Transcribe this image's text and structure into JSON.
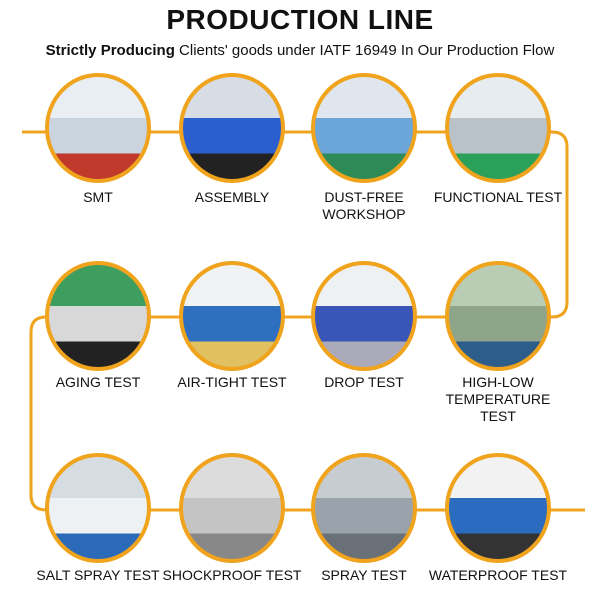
{
  "header": {
    "title": "PRODUCTION LINE",
    "subtitle_bold": "Strictly Producing",
    "subtitle_rest": " Clients' goods under IATF 16949 In Our Production Flow"
  },
  "colors": {
    "accent": "#f0a31c"
  },
  "steps": [
    {
      "label": "SMT",
      "scene": "smt-machines-photo"
    },
    {
      "label": "ASSEMBLY",
      "scene": "assembly-line-photo"
    },
    {
      "label": "DUST-FREE WORKSHOP",
      "scene": "cleanroom-workers-photo"
    },
    {
      "label": "FUNCTIONAL TEST",
      "scene": "functional-test-photo"
    },
    {
      "label": "HIGH-LOW TEMPERATURE TEST",
      "scene": "temperature-chamber-photo"
    },
    {
      "label": "DROP TEST",
      "scene": "drop-tester-photo"
    },
    {
      "label": "AIR-TIGHT TEST",
      "scene": "air-tight-tester-photo"
    },
    {
      "label": "AGING TEST",
      "scene": "aging-racks-photo"
    },
    {
      "label": "SALT SPRAY TEST",
      "scene": "salt-spray-chamber-photo"
    },
    {
      "label": "SHOCKPROOF TEST",
      "scene": "vibration-table-photo"
    },
    {
      "label": "SPRAY TEST",
      "scene": "spray-chamber-photo"
    },
    {
      "label": "WATERPROOF TEST",
      "scene": "waterproof-tester-photo"
    }
  ]
}
